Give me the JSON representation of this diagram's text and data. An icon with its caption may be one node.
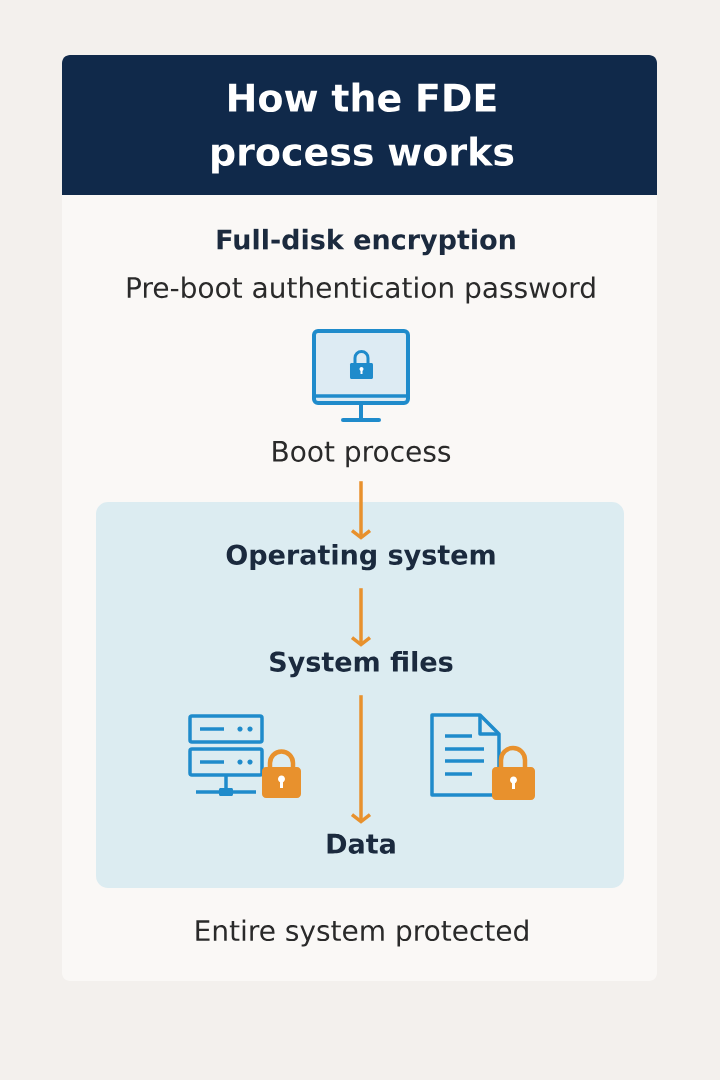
{
  "diagram": {
    "title": "How the FDE process works",
    "nodes": [
      {
        "text": [
          "Boot process"
        ]
      },
      {
        "text": [],
        "shape": "box"
      },
      {
        "text": [
          "Operating system"
        ],
        "in": 1
      },
      {
        "text": [
          "System files"
        ],
        "in": 1
      },
      {
        "text": [
          "Data"
        ],
        "in": 1
      }
    ],
    "edges": [
      {
        "from": 0,
        "to": 2,
        "arrow": "to"
      },
      {
        "from": 2,
        "to": 3,
        "arrow": "to"
      },
      {
        "from": 3,
        "to": 4,
        "arrow": "to"
      }
    ],
    "labels": [
      "Full-disk encryption",
      "Pre-boot authentication password",
      "Entire system protected"
    ]
  }
}
